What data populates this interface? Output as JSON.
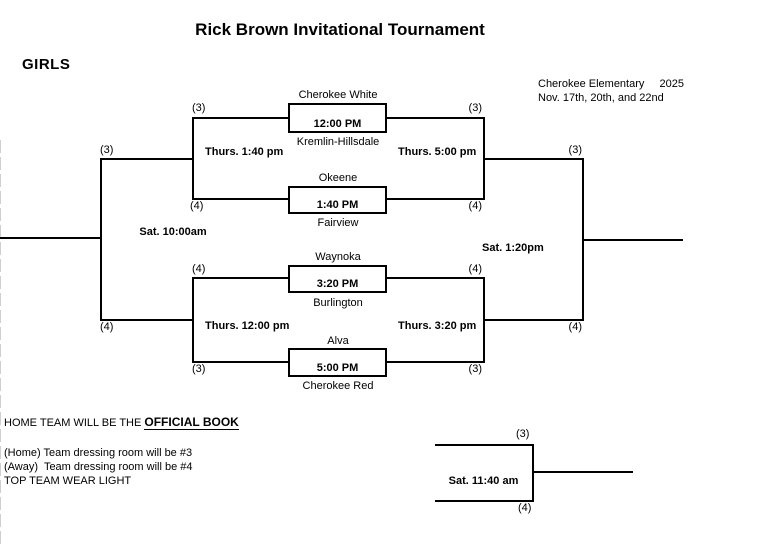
{
  "title": "Rick Brown Invitational Tournament",
  "division": "GIRLS",
  "event_info": {
    "location": "Cherokee Elementary",
    "year": "2025",
    "dates": "Nov. 17th, 20th, and 22nd"
  },
  "bracket": {
    "games": [
      {
        "top_team": "Cherokee White",
        "time": "12:00 PM",
        "bottom_team": "Kremlin-Hillsdale"
      },
      {
        "top_team": "Okeene",
        "time": "1:40 PM",
        "bottom_team": "Fairview"
      },
      {
        "top_team": "Waynoka",
        "time": "3:20 PM",
        "bottom_team": "Burlington"
      },
      {
        "top_team": "Alva",
        "time": "5:00 PM",
        "bottom_team": "Cherokee Red"
      }
    ],
    "semifinals": [
      {
        "label": "Thurs. 1:40 pm",
        "seed_top": "(3)",
        "seed_bottom": "(4)"
      },
      {
        "label": "Thurs. 5:00 pm",
        "seed_top": "(3)",
        "seed_bottom": "(4)"
      },
      {
        "label": "Thurs. 12:00 pm",
        "seed_top": "(4)",
        "seed_bottom": "(3)"
      },
      {
        "label": "Thurs. 3:20 pm",
        "seed_top": "(4)",
        "seed_bottom": "(3)"
      }
    ],
    "finals": [
      {
        "label": "Sat. 10:00am",
        "seed_top": "(3)",
        "seed_bottom": "(4)"
      },
      {
        "label": "Sat. 1:20pm",
        "seed_top": "(3)",
        "seed_bottom": "(4)"
      }
    ],
    "consolation": {
      "label": "Sat. 11:40 am",
      "seed_top": "(3)",
      "seed_bottom": "(4)"
    }
  },
  "notes": {
    "official_book_prefix": "HOME TEAM WILL BE THE ",
    "official_book_emphasis": "OFFICIAL BOOK",
    "home_room": "(Home) Team dressing room will be #3",
    "away_room": "(Away)  Team dressing room will be #4",
    "top_team": "TOP TEAM WEAR LIGHT"
  },
  "colors": {
    "line": "#000000",
    "background": "#ffffff",
    "text": "#000000"
  }
}
